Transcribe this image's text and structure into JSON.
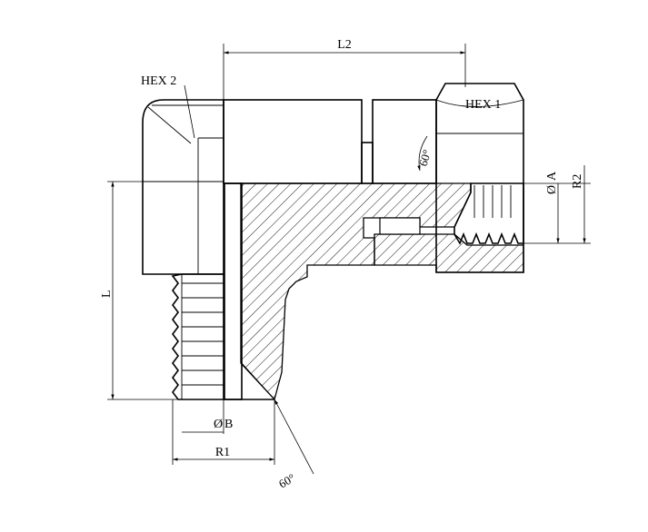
{
  "labels": {
    "l2": "L2",
    "hex2": "HEX 2",
    "hex1": "HEX 1",
    "angle_top": "60°",
    "dia_a": "A",
    "r2": "R2",
    "l": "L",
    "dia_b": "B",
    "r1": "R1",
    "angle_bottom": "60°",
    "diameter_symbol": "Ø"
  }
}
